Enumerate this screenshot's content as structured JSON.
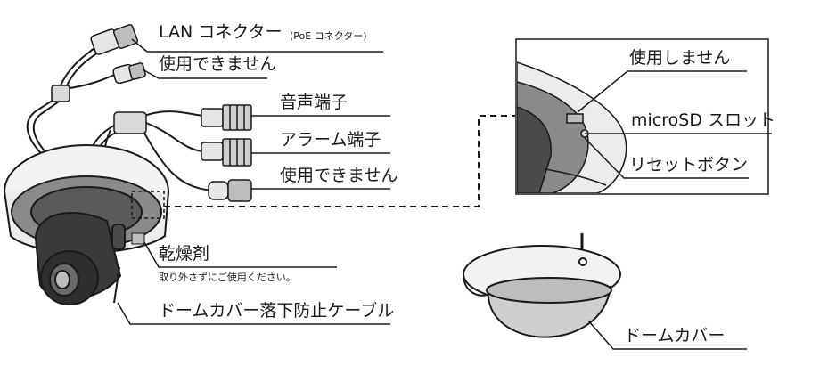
{
  "labels": {
    "lan_connector": "LAN コネクター",
    "lan_connector_note": "(PoE コネクター)",
    "unused_1": "使用できません",
    "audio_terminal": "音声端子",
    "alarm_terminal": "アラーム端子",
    "unused_2": "使用できません",
    "desiccant": "乾燥剤",
    "desiccant_note": "取り外さずにご使用ください。",
    "drop_cable": "ドームカバー落下防止ケーブル",
    "inset_unused": "使用しません",
    "microsd_slot": "microSD スロット",
    "reset_button": "リセットボタン",
    "dome_cover": "ドームカバー"
  },
  "colors": {
    "line": "#1a1a1a",
    "camera_gray": "#8a8a8a",
    "camera_dark": "#3a3a3a",
    "dome_shade": "#cfcfcf"
  }
}
